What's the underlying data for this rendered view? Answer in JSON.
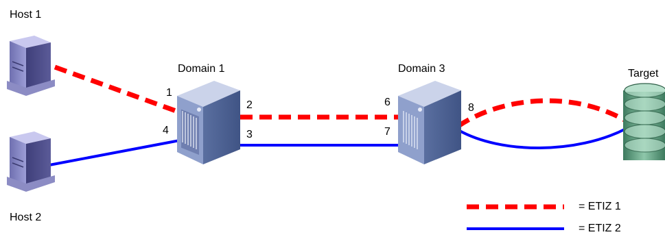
{
  "nodes": {
    "host1": {
      "label": "Host 1"
    },
    "host2": {
      "label": "Host 2"
    },
    "domain1": {
      "label": "Domain 1"
    },
    "domain3": {
      "label": "Domain 3"
    },
    "target": {
      "label": "Target"
    }
  },
  "ports": {
    "p1": "1",
    "p2": "2",
    "p3": "3",
    "p4": "4",
    "p6": "6",
    "p7": "7",
    "p8": "8"
  },
  "legend": {
    "etiz1": {
      "label": "= ETIZ 1",
      "color": "#ff0000",
      "style": "dashed"
    },
    "etiz2": {
      "label": "= ETIZ 2",
      "color": "#0000ff",
      "style": "solid"
    }
  },
  "colors": {
    "device_front": "#8f93c8",
    "device_side": "#4f5390",
    "device_top": "#c9cbe8",
    "storage": "#5f9b80"
  }
}
